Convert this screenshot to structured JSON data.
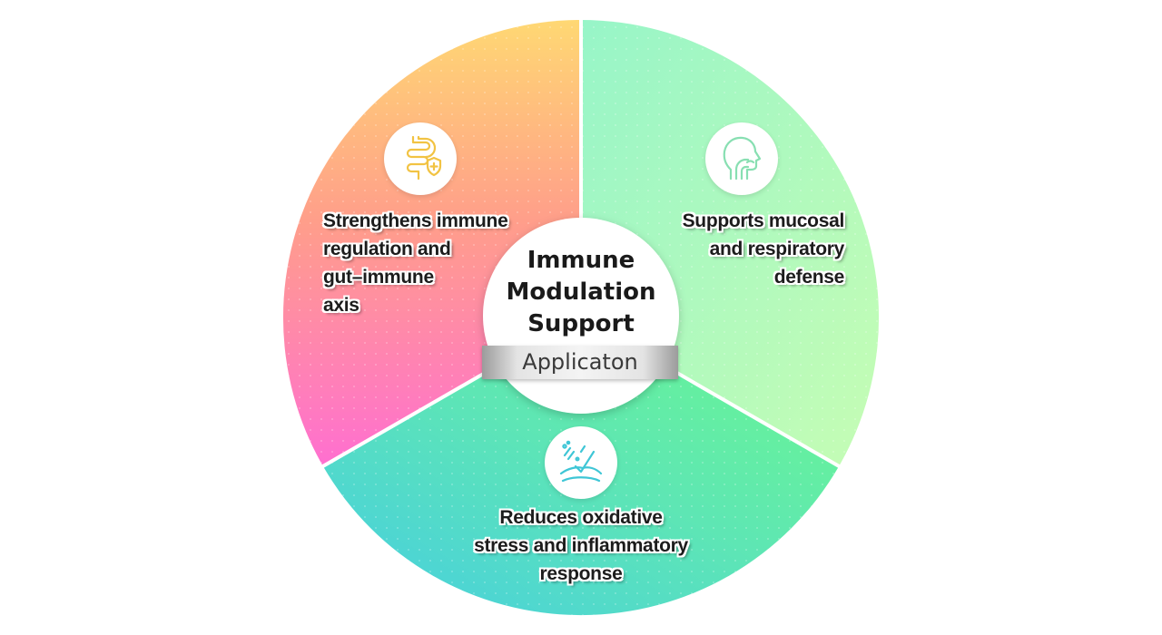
{
  "center": {
    "title": "Immune\nModulation\nSupport",
    "tag": "Applicaton"
  },
  "segments": [
    {
      "id": "gut",
      "label": "Strengthens immune\nregulation and\ngut–immune\naxis",
      "icon": "gut-shield-icon",
      "gradient": [
        "#ffd873",
        "#ff9d8c",
        "#ff6fce"
      ],
      "icon_color": "#f3c54a"
    },
    {
      "id": "respiratory",
      "label": "Supports mucosal\nand respiratory\ndefense",
      "icon": "head-airway-icon",
      "gradient": [
        "#9af5c4",
        "#c2fdb6"
      ],
      "icon_color": "#86dfb0"
    },
    {
      "id": "oxidative",
      "label": "Reduces oxidative\nstress and inflammatory\nresponse",
      "icon": "tissue-repair-icon",
      "gradient": [
        "#4ccfdf",
        "#5fe6b4",
        "#6af890"
      ],
      "icon_color": "#3fc8d4"
    }
  ]
}
